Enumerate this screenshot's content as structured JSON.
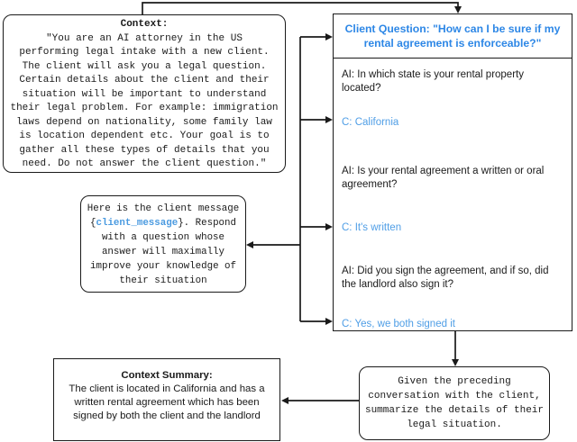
{
  "colors": {
    "ink": "#1a1a1a",
    "header_blue": "#2d87e6",
    "client_blue": "#4f9ee6",
    "variable_blue": "#4a9ae0"
  },
  "context_box": {
    "title": "Context:",
    "lines": [
      "\"You are an AI attorney in the US",
      "performing legal intake with a new client.",
      "The client will ask you a legal question.",
      "Certain details about the client and their",
      "situation will be important to understand",
      "their legal problem. For example: immigration",
      "laws depend on nationality, some family law",
      "is location dependent etc. Your goal is to",
      "gather all these types of details that you",
      "need. Do not answer the client question.\""
    ]
  },
  "prompt_box": {
    "line1": "Here is the client message",
    "brace_open": "{",
    "variable": "client_message",
    "line2_rest": "}. Respond",
    "line3": "with a question whose",
    "line4": "answer will maximally",
    "line5": "improve your knowledge of",
    "line6": "their situation"
  },
  "conversation": {
    "header_lines": [
      "Client Question: \"How can I be sure if my",
      "rental agreement is enforceable?\""
    ],
    "messages": [
      {
        "speaker": "AI",
        "text": "AI: In which state is your rental property located?"
      },
      {
        "speaker": "Client",
        "text": "C: California"
      },
      {
        "speaker": "AI",
        "text": "AI: Is your rental agreement a written or oral agreement?"
      },
      {
        "speaker": "Client",
        "text": "C: It's written"
      },
      {
        "speaker": "AI",
        "text": "AI: Did you sign the agreement, and if so, did the landlord also sign it?"
      },
      {
        "speaker": "Client",
        "text": "C: Yes, we both signed it"
      }
    ]
  },
  "summarize_box": {
    "lines": [
      "Given the preceding",
      "conversation with the client,",
      "summarize the details of their",
      "legal situation."
    ]
  },
  "summary_box": {
    "title": "Context Summary:",
    "lines": [
      "The client is located in California and has a",
      "written rental agreement which has been",
      "signed by both the client and the landlord"
    ]
  }
}
